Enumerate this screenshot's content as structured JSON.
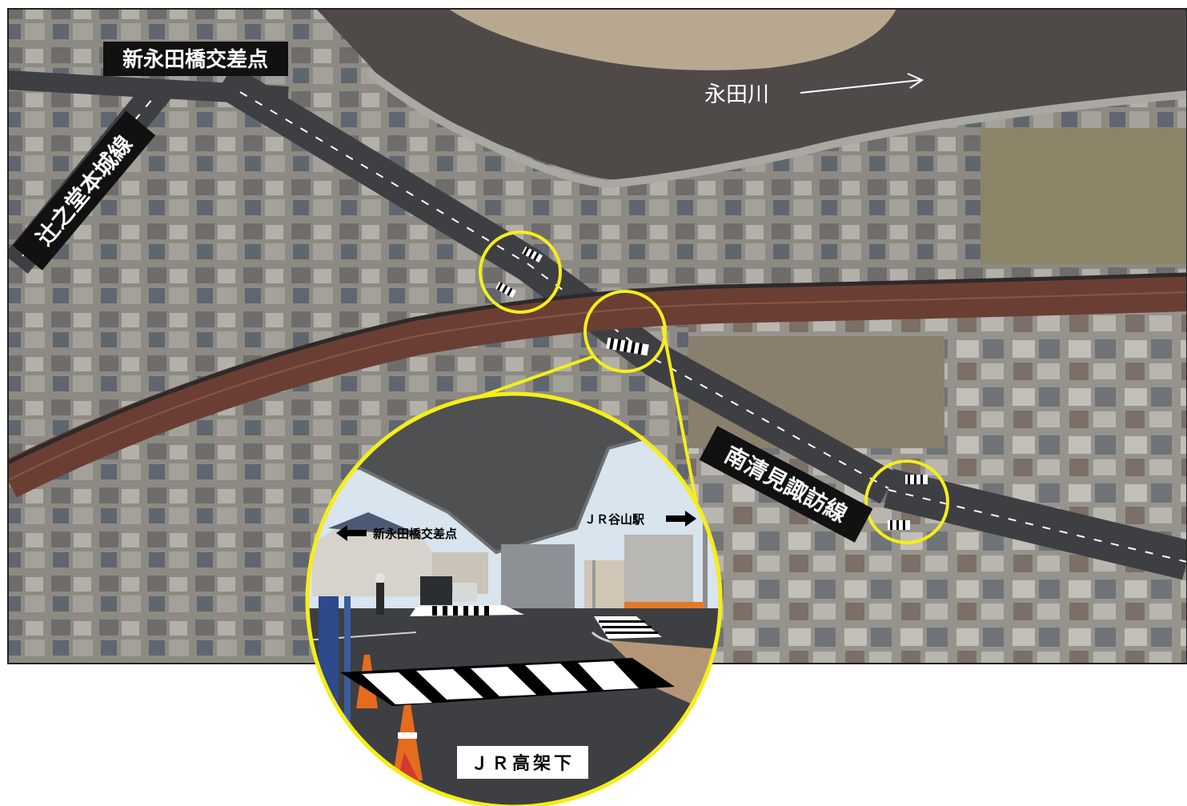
{
  "map": {
    "river_name": "永田川",
    "labels": {
      "intersection_north": "新永田橋交差点",
      "road_west": "辻之堂本城線",
      "road_east": "南清見諏訪線"
    }
  },
  "inset_photo": {
    "left_direction_label": "新永田橋交差点",
    "right_direction_label": "ＪＲ谷山駅",
    "caption": "ＪＲ高架下"
  },
  "colors": {
    "highlight_circle": "#f5ee1a",
    "label_background": "#111111",
    "label_text": "#ffffff",
    "river": "#4f4a48",
    "railway": "#6b3e33",
    "road": "#3e3f43"
  }
}
